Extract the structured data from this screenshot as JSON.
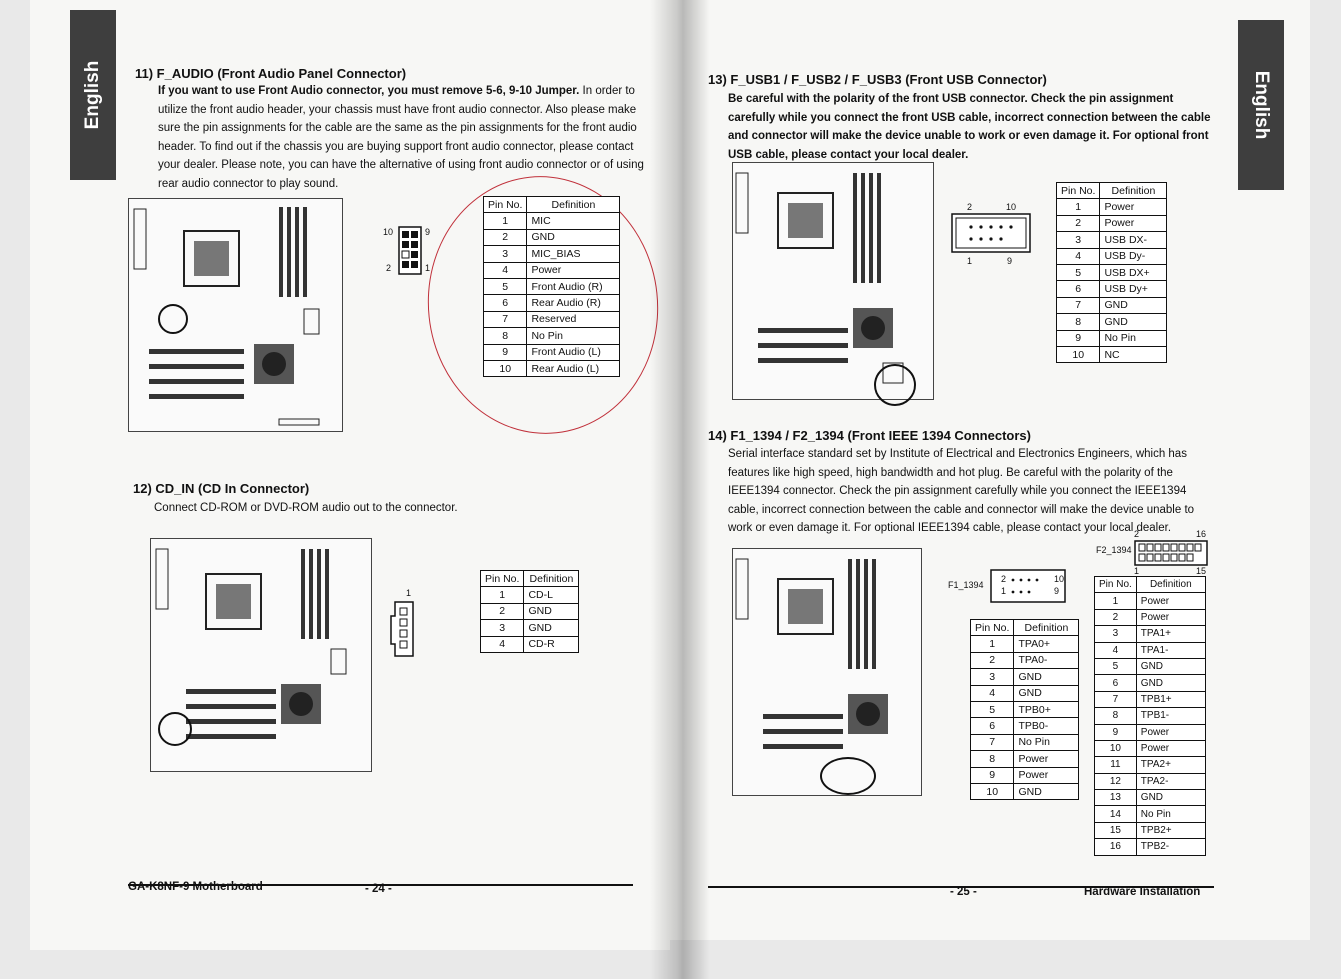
{
  "left_page": {
    "tab_label": "English",
    "section_11": {
      "title": "11)  F_AUDIO (Front Audio Panel Connector)",
      "text_bold": "If you want to use Front Audio connector, you must remove 5-6, 9-10 Jumper.",
      "text": "In order to utilize the front audio header, your chassis must have front audio connector. Also please make sure the pin assignments for the cable are the same as the pin assignments for the front audio header. To find out if the chassis you are buying support front audio connector, please contact your dealer. Please note, you can have the alternative of using front audio connector or of using rear audio connector to play sound.",
      "pin_labels": [
        "10",
        "9",
        "2",
        "1"
      ],
      "table": {
        "headers": [
          "Pin No.",
          "Definition"
        ],
        "rows": [
          [
            "1",
            "MIC"
          ],
          [
            "2",
            "GND"
          ],
          [
            "3",
            "MIC_BIAS"
          ],
          [
            "4",
            "Power"
          ],
          [
            "5",
            "Front Audio (R)"
          ],
          [
            "6",
            "Rear Audio (R)"
          ],
          [
            "7",
            "Reserved"
          ],
          [
            "8",
            "No Pin"
          ],
          [
            "9",
            "Front Audio (L)"
          ],
          [
            "10",
            "Rear Audio (L)"
          ]
        ]
      }
    },
    "section_12": {
      "title": "12)  CD_IN (CD In Connector)",
      "text": "Connect CD-ROM or DVD-ROM audio out to the connector.",
      "pin_label": "1",
      "table": {
        "headers": [
          "Pin No.",
          "Definition"
        ],
        "rows": [
          [
            "1",
            "CD-L"
          ],
          [
            "2",
            "GND"
          ],
          [
            "3",
            "GND"
          ],
          [
            "4",
            "CD-R"
          ]
        ]
      }
    },
    "footer_model": "GA-K8NF-9 Motherboard",
    "footer_page": "- 24 -"
  },
  "right_page": {
    "tab_label": "English",
    "section_13": {
      "title": "13)  F_USB1 / F_USB2 / F_USB3 (Front USB Connector)",
      "text": "Be careful with the polarity of the front USB connector. Check the pin assignment carefully while you connect the front USB cable, incorrect connection between the cable and connector will make the device unable to work or even damage it. For optional front USB cable, please contact your local dealer.",
      "pin_labels": [
        "2",
        "10",
        "1",
        "9"
      ],
      "table": {
        "headers": [
          "Pin No.",
          "Definition"
        ],
        "rows": [
          [
            "1",
            "Power"
          ],
          [
            "2",
            "Power"
          ],
          [
            "3",
            "USB DX-"
          ],
          [
            "4",
            "USB Dy-"
          ],
          [
            "5",
            "USB DX+"
          ],
          [
            "6",
            "USB Dy+"
          ],
          [
            "7",
            "GND"
          ],
          [
            "8",
            "GND"
          ],
          [
            "9",
            "No Pin"
          ],
          [
            "10",
            "NC"
          ]
        ]
      }
    },
    "section_14": {
      "title": "14)  F1_1394 / F2_1394 (Front IEEE 1394 Connectors)",
      "text": "Serial interface standard set by Institute of Electrical and Electronics Engineers, which has features like high speed, high bandwidth and hot plug. Be careful with the polarity of the IEEE1394 connector. Check the pin assignment carefully while you connect the IEEE1394 cable, incorrect connection between the cable and connector will make the device unable to work or even damage it. For optional IEEE1394 cable, please contact your local dealer.",
      "f1_label": "F1_1394",
      "f1_pins": [
        "2",
        "10",
        "1",
        "9"
      ],
      "f2_label": "F2_1394",
      "f2_pins": [
        "2",
        "16",
        "1",
        "15"
      ],
      "table_f1": {
        "headers": [
          "Pin No.",
          "Definition"
        ],
        "rows": [
          [
            "1",
            "TPA0+"
          ],
          [
            "2",
            "TPA0-"
          ],
          [
            "3",
            "GND"
          ],
          [
            "4",
            "GND"
          ],
          [
            "5",
            "TPB0+"
          ],
          [
            "6",
            "TPB0-"
          ],
          [
            "7",
            "No Pin"
          ],
          [
            "8",
            "Power"
          ],
          [
            "9",
            "Power"
          ],
          [
            "10",
            "GND"
          ]
        ]
      },
      "table_f2": {
        "headers": [
          "Pin No.",
          "Definition"
        ],
        "rows": [
          [
            "1",
            "Power"
          ],
          [
            "2",
            "Power"
          ],
          [
            "3",
            "TPA1+"
          ],
          [
            "4",
            "TPA1-"
          ],
          [
            "5",
            "GND"
          ],
          [
            "6",
            "GND"
          ],
          [
            "7",
            "TPB1+"
          ],
          [
            "8",
            "TPB1-"
          ],
          [
            "9",
            "Power"
          ],
          [
            "10",
            "Power"
          ],
          [
            "11",
            "TPA2+"
          ],
          [
            "12",
            "TPA2-"
          ],
          [
            "13",
            "GND"
          ],
          [
            "14",
            "No Pin"
          ],
          [
            "15",
            "TPB2+"
          ],
          [
            "16",
            "TPB2-"
          ]
        ]
      }
    },
    "footer_page": "- 25 -",
    "footer_section": "Hardware Installation"
  }
}
